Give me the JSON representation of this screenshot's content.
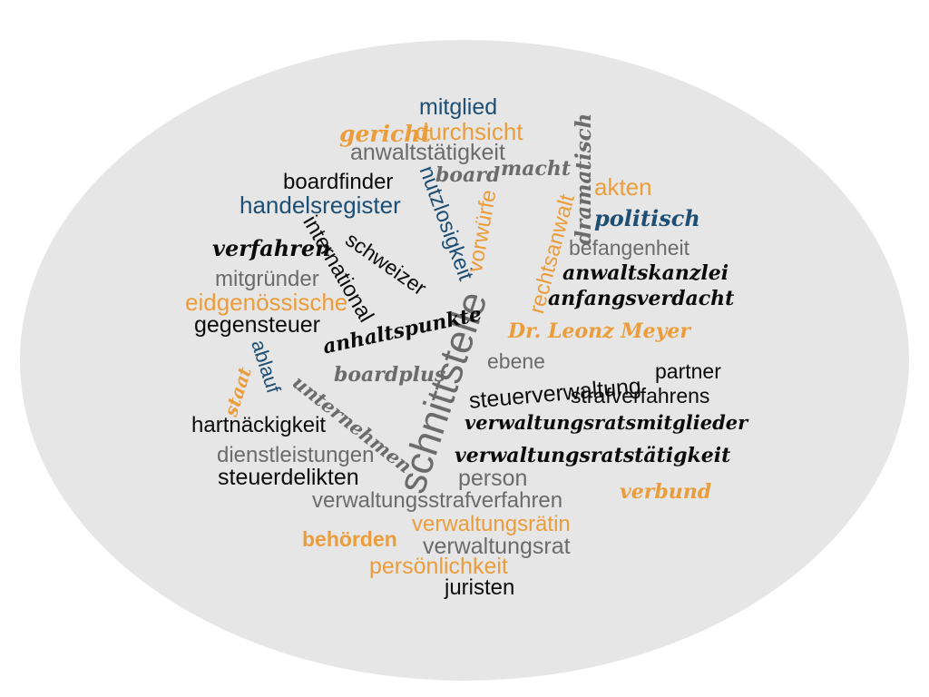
{
  "words": [
    {
      "id": "mitglied",
      "text": "mitglied",
      "color": "#1d4e74",
      "rotation": 0
    },
    {
      "id": "gericht",
      "text": "gericht",
      "color": "#eb9d3c",
      "rotation": 0
    },
    {
      "id": "durchsicht",
      "text": "durchsicht",
      "color": "#eb9d3c",
      "rotation": 0
    },
    {
      "id": "anwaltstaetigkeit",
      "text": "anwaltstätigkeit",
      "color": "#6b6b6b",
      "rotation": 0
    },
    {
      "id": "dramatisch",
      "text": "dramatisch",
      "color": "#6b6b6b",
      "rotation": -90
    },
    {
      "id": "macht",
      "text": "macht",
      "color": "#6b6b6b",
      "rotation": 0
    },
    {
      "id": "board",
      "text": "board",
      "color": "#6b6b6b",
      "rotation": 0
    },
    {
      "id": "boardfinder",
      "text": "boardfinder",
      "color": "#0b0b0b",
      "rotation": 0
    },
    {
      "id": "nutzlosigkeit",
      "text": "nutzlosigkeit",
      "color": "#1d4e74",
      "rotation": 70
    },
    {
      "id": "akten",
      "text": "akten",
      "color": "#eb9d3c",
      "rotation": 0
    },
    {
      "id": "handelsregister",
      "text": "handelsregister",
      "color": "#1d4e74",
      "rotation": 0
    },
    {
      "id": "vorwuerfe",
      "text": "vorwürfe",
      "color": "#eb9d3c",
      "rotation": -80
    },
    {
      "id": "rechtsanwalt",
      "text": "rechtsanwalt",
      "color": "#eb9d3c",
      "rotation": -75
    },
    {
      "id": "politisch",
      "text": "politisch",
      "color": "#1d4e74",
      "rotation": 0
    },
    {
      "id": "international",
      "text": "international",
      "color": "#0b0b0b",
      "rotation": 60
    },
    {
      "id": "verfahren",
      "text": "verfahren",
      "color": "#0b0b0b",
      "rotation": 0
    },
    {
      "id": "schweizer",
      "text": "schweizer",
      "color": "#0b0b0b",
      "rotation": 35
    },
    {
      "id": "schnittstelle",
      "text": "schnittstelle",
      "color": "#6b6b6b",
      "rotation": -72
    },
    {
      "id": "befangenheit",
      "text": "befangenheit",
      "color": "#6b6b6b",
      "rotation": 0
    },
    {
      "id": "mitgruender",
      "text": "mitgründer",
      "color": "#6b6b6b",
      "rotation": 0
    },
    {
      "id": "anwaltskanzlei",
      "text": "anwaltskanzlei",
      "color": "#0b0b0b",
      "rotation": 0
    },
    {
      "id": "eidgenoessische",
      "text": "eidgenössische",
      "color": "#eb9d3c",
      "rotation": 0
    },
    {
      "id": "anfangsverdacht",
      "text": "anfangsverdacht",
      "color": "#0b0b0b",
      "rotation": 0
    },
    {
      "id": "gegensteuer",
      "text": "gegensteuer",
      "color": "#0b0b0b",
      "rotation": 0
    },
    {
      "id": "anhaltspunkte",
      "text": "anhaltspunkte",
      "color": "#0b0b0b",
      "rotation": -12
    },
    {
      "id": "dr_leonz_meyer",
      "text": "Dr. Leonz Meyer",
      "color": "#eb9d3c",
      "rotation": 0
    },
    {
      "id": "ablauf",
      "text": "ablauf",
      "color": "#1d4e74",
      "rotation": 72
    },
    {
      "id": "ebene",
      "text": "ebene",
      "color": "#6b6b6b",
      "rotation": 0
    },
    {
      "id": "boardplus",
      "text": "boardplus",
      "color": "#6b6b6b",
      "rotation": 0
    },
    {
      "id": "staat",
      "text": "staat",
      "color": "#eb9d3c",
      "rotation": -72
    },
    {
      "id": "partner",
      "text": "partner",
      "color": "#0b0b0b",
      "rotation": 0
    },
    {
      "id": "steuerverwaltung",
      "text": "steuerverwaltung",
      "color": "#0b0b0b",
      "rotation": -5
    },
    {
      "id": "unternehmen",
      "text": "unternehmen",
      "color": "#6b6b6b",
      "rotation": 38
    },
    {
      "id": "strafverfahrens",
      "text": "strafverfahrens",
      "color": "#0b0b0b",
      "rotation": 0
    },
    {
      "id": "hartnaeckigkeit",
      "text": "hartnäckigkeit",
      "color": "#0b0b0b",
      "rotation": 0
    },
    {
      "id": "verwaltungsratsmitglieder",
      "text": "verwaltungsratsmitglieder",
      "color": "#0b0b0b",
      "rotation": 0
    },
    {
      "id": "dienstleistungen",
      "text": "dienstleistungen",
      "color": "#6b6b6b",
      "rotation": 0
    },
    {
      "id": "verwaltungsratstaetigkeit",
      "text": "verwaltungsratstätigkeit",
      "color": "#0b0b0b",
      "rotation": 0
    },
    {
      "id": "steuerdelikten",
      "text": "steuerdelikten",
      "color": "#0b0b0b",
      "rotation": 0
    },
    {
      "id": "person",
      "text": "person",
      "color": "#6b6b6b",
      "rotation": 0
    },
    {
      "id": "verwaltungsstrafverfahren",
      "text": "verwaltungsstrafverfahren",
      "color": "#6b6b6b",
      "rotation": 0
    },
    {
      "id": "verbund",
      "text": "verbund",
      "color": "#eb9d3c",
      "rotation": 0
    },
    {
      "id": "verwaltungsraetin",
      "text": "verwaltungsrätin",
      "color": "#eb9d3c",
      "rotation": 0
    },
    {
      "id": "behoerden",
      "text": "behörden",
      "color": "#eb9d3c",
      "rotation": 0
    },
    {
      "id": "verwaltungsrat",
      "text": "verwaltungsrat",
      "color": "#6b6b6b",
      "rotation": 0
    },
    {
      "id": "persoenlichkeit",
      "text": "persönlichkeit",
      "color": "#eb9d3c",
      "rotation": 0
    },
    {
      "id": "juristen",
      "text": "juristen",
      "color": "#0b0b0b",
      "rotation": 0
    }
  ]
}
